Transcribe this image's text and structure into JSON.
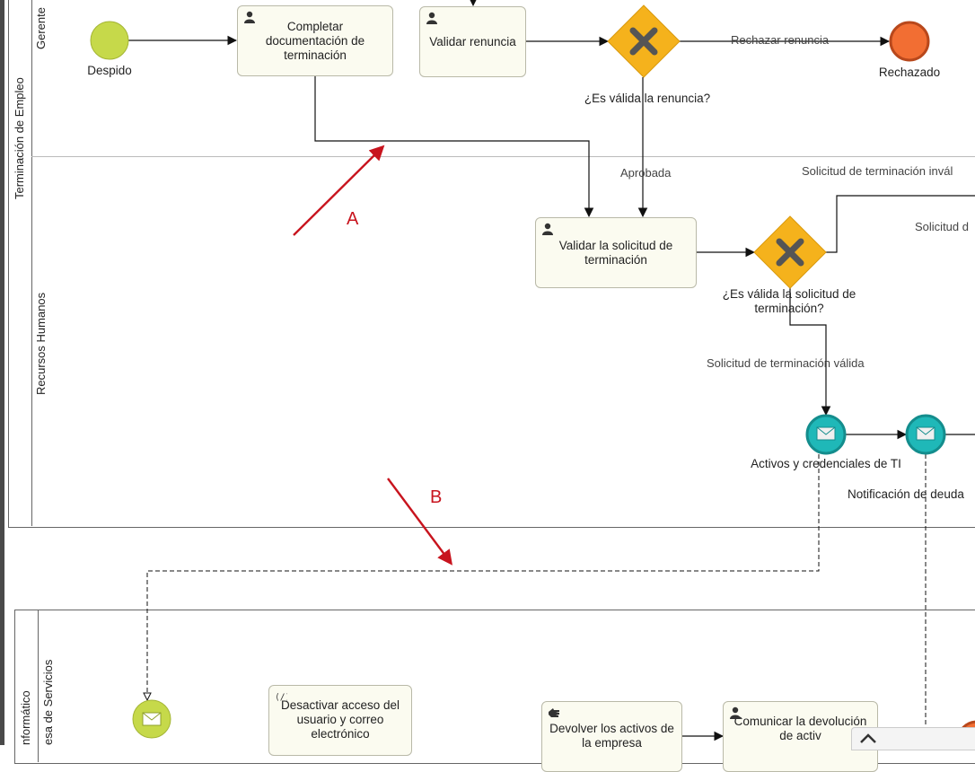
{
  "pools": {
    "top": {
      "name": "Terminación de Empleo",
      "lanes": [
        "Gerente",
        "Recursos Humanos"
      ]
    },
    "bottom": {
      "name": "nformático",
      "lanes": [
        "esa de Servicios"
      ]
    }
  },
  "tasks": {
    "complete_docs": "Completar documentación de terminación",
    "validate_resignation": "Validar renuncia",
    "validate_request": "Validar la solicitud de terminación",
    "deactivate_access": "Desactivar acceso del usuario y correo electrónico",
    "return_assets": "Devolver los activos de la empresa",
    "communicate_return": "Comunicar la devolución de activ"
  },
  "events": {
    "start": "Despido",
    "end_rejected": "Rechazado",
    "assets_credentials": "Activos y credenciales de TI",
    "debt_notification": "Notificación de deuda"
  },
  "gateways": {
    "resignation_valid": "¿Es válida la renuncia?",
    "request_valid": "¿Es válida la solicitud de terminación?"
  },
  "flow_labels": {
    "reject": "Rechazar renuncia",
    "approved": "Aprobada",
    "invalid_request": "Solicitud de terminación invál",
    "solicitud_cut": "Solicitud d",
    "valid_request": "Solicitud de terminación válida"
  },
  "annotations": {
    "a": "A",
    "b": "B"
  },
  "colors": {
    "start_fill": "#c6d94a",
    "end_fill": "#f26e33",
    "gateway_fill": "#f5b21c",
    "message_fill": "#1fb8b8",
    "arrow_marker": "#c8141e"
  }
}
